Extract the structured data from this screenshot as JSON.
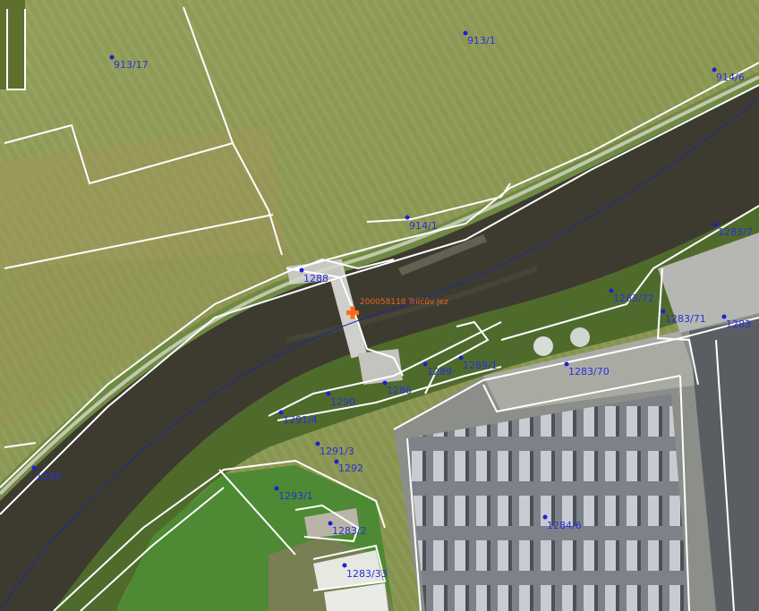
{
  "map": {
    "colors": {
      "field": "#8f9a55",
      "river": "#3b3a30",
      "boundary": "#ffffff",
      "label": "#2a2fd6",
      "poi": "#ff6a1a",
      "axis_line": "#1a2a9a"
    },
    "parcels": [
      {
        "id": "p1",
        "label": "913/17"
      },
      {
        "id": "p2",
        "label": "913/1"
      },
      {
        "id": "p3",
        "label": "914/6"
      },
      {
        "id": "p4",
        "label": "914/1"
      },
      {
        "id": "p5",
        "label": "1283/7"
      },
      {
        "id": "p6",
        "label": "1288"
      },
      {
        "id": "p7",
        "label": "1283/72"
      },
      {
        "id": "p8",
        "label": "1283/71"
      },
      {
        "id": "p9",
        "label": "1283"
      },
      {
        "id": "p10",
        "label": "1289/1"
      },
      {
        "id": "p11",
        "label": "1289"
      },
      {
        "id": "p12",
        "label": "1283/70"
      },
      {
        "id": "p13",
        "label": "1290"
      },
      {
        "id": "p14",
        "label": "1286"
      },
      {
        "id": "p15",
        "label": "1291/4"
      },
      {
        "id": "p16",
        "label": "1291/3"
      },
      {
        "id": "p17",
        "label": "1292"
      },
      {
        "id": "p18",
        "label": "1294"
      },
      {
        "id": "p19",
        "label": "1293/1"
      },
      {
        "id": "p20",
        "label": "1283/2"
      },
      {
        "id": "p21",
        "label": "1284/6"
      },
      {
        "id": "p22",
        "label": "1283/33"
      }
    ],
    "poi": {
      "label": "200058118 Trilčův jez"
    }
  }
}
